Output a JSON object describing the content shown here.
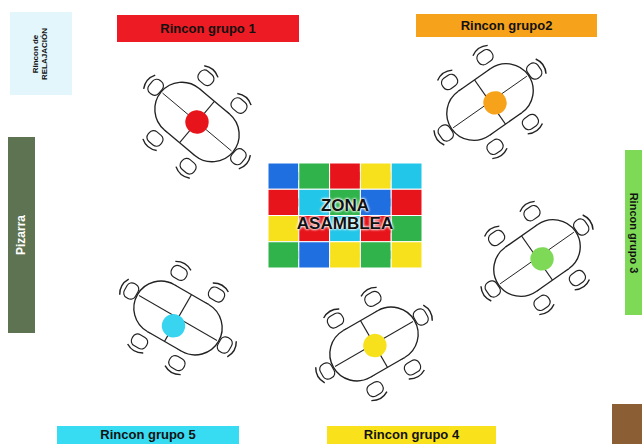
{
  "diagram": {
    "nodes": [
      {
        "text": [
          "Rincon grupo 1"
        ]
      },
      {
        "text": [
          "Rincon grupo2"
        ]
      },
      {
        "text": [
          "Rincon de RELAJACIÓN"
        ]
      },
      {
        "text": [
          "Pizarra"
        ]
      },
      {
        "text": [
          "ZONA ASAMBLEA"
        ]
      },
      {
        "text": [
          "Rincon grupo 3"
        ]
      },
      {
        "text": [
          "Rincon grupo 5"
        ]
      },
      {
        "text": [
          "Rincon grupo 4"
        ]
      }
    ]
  }
}
